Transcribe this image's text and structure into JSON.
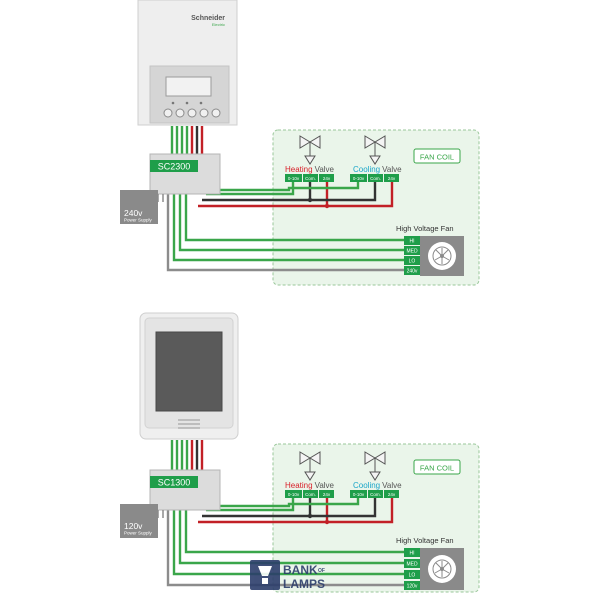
{
  "top": {
    "brand": "Schneider",
    "brand_sub": "Electric",
    "controller": "SC2300",
    "power_supply": "240v",
    "power_supply_sub": "Power Supply",
    "fan_coil": "FAN COIL",
    "heating_word": "Heating",
    "cooling_word": "Cooling",
    "valve_word": "Valve",
    "terminals": [
      "0-10v",
      "Com.",
      "24v"
    ],
    "fan_title": "High Voltage Fan",
    "fan_terms": [
      "HI",
      "MED",
      "LO",
      "240v"
    ]
  },
  "bottom": {
    "controller": "SC1300",
    "power_supply": "120v",
    "power_supply_sub": "Power Supply",
    "fan_coil": "FAN COIL",
    "heating_word": "Heating",
    "cooling_word": "Cooling",
    "valve_word": "Valve",
    "terminals": [
      "0-10v",
      "Com.",
      "24v"
    ],
    "fan_title": "High Voltage Fan",
    "fan_terms": [
      "HI",
      "MED",
      "LO",
      "120v"
    ]
  },
  "watermark": {
    "line1": "BANK",
    "of": "OF",
    "line2": "LAMPS"
  },
  "colors": {
    "green": "#3aa64a",
    "red": "#c22026",
    "gray": "#8c8c8c",
    "dark": "#333333",
    "heating": "#d8202a",
    "cooling": "#1aa6c9",
    "fan_coil_bg": "#eaf5ea",
    "fan_coil_border": "#9ac79a"
  }
}
